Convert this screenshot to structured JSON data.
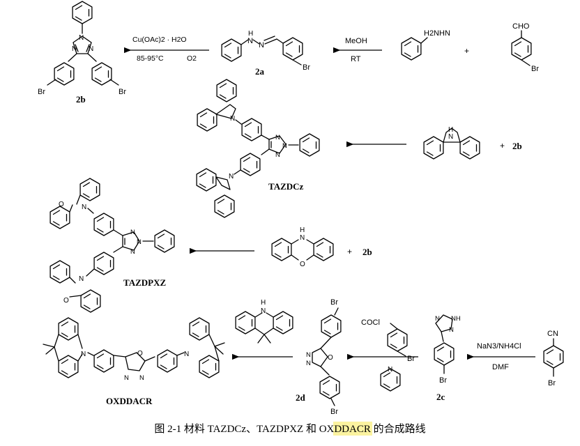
{
  "labels": {
    "aniline": "H2NHN",
    "aldehyde": "CHO",
    "plus": "+",
    "meoh": "MeOH",
    "rt": "RT",
    "cu": "Cu(OAc)2 · H2O",
    "o2": "O2",
    "temp": "85-95°C",
    "cpd_2a": "2a",
    "cpd_2b": "2b",
    "cpd_2c": "2c",
    "cpd_2d": "2d",
    "ref_2b_1": "2b",
    "ref_2b_2": "2b",
    "tazdcz": "TAZDCz",
    "tazdpxz": "TAZDPXZ",
    "oxddacr": "OXDDACR",
    "nan3": "NaN3/NH4Cl",
    "dmf": "DMF",
    "cocl": "COCl",
    "br": "Br",
    "cn": "CN",
    "nh": "NH",
    "n": "N",
    "o": "O",
    "h": "H"
  },
  "caption": {
    "prefix": "图 2-1 材料 ",
    "highlight": "TAZDCz",
    "suffix": "、TAZDPXZ 和 OXDDACR 的合成路线"
  }
}
